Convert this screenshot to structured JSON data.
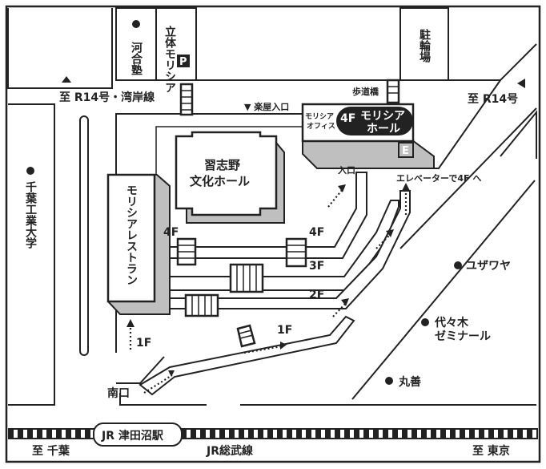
{
  "colors": {
    "ink": "#222222",
    "shade": "#bfbfbf",
    "background": "#ffffff"
  },
  "map": {
    "buildings": {
      "kawai": "河合塾",
      "parking": "立体モリシア",
      "parking_p": "P",
      "bicycle": "駐輪場",
      "bunka_line1": "習志野",
      "bunka_line2": "文化ホール",
      "restaurant": "モリシアレストラン",
      "office_line1": "モリシア",
      "office_line2": "オフィス",
      "hall_floor": "4F",
      "hall_line1": "モリシア",
      "hall_line2": "ホール",
      "elevator_badge": "E",
      "chiba_univ": "千葉工業大学"
    },
    "labels": {
      "r14_bay": "至 R14号・湾岸線",
      "r14": "至 R14号",
      "pedestrian_bridge": "歩道橋",
      "loading_entrance": "▼ 楽屋入口",
      "entrance": "入口",
      "elevator_to_4f": "エレベーターで4F へ",
      "floor_4f_left": "4F",
      "floor_4f_right": "4F",
      "floor_3f": "3F",
      "floor_2f": "2F",
      "floor_1f_left": "1F",
      "floor_1f_center": "1F",
      "south_exit": "南口",
      "station": "JR 津田沼駅",
      "yuzawaya": "ユザワヤ",
      "yoyogi_line1": "代々木",
      "yoyogi_line2": "ゼミナール",
      "maruzen": "丸善",
      "to_chiba": "至 千葉",
      "jr_sobu": "JR総武線",
      "to_tokyo": "至 東京"
    }
  }
}
